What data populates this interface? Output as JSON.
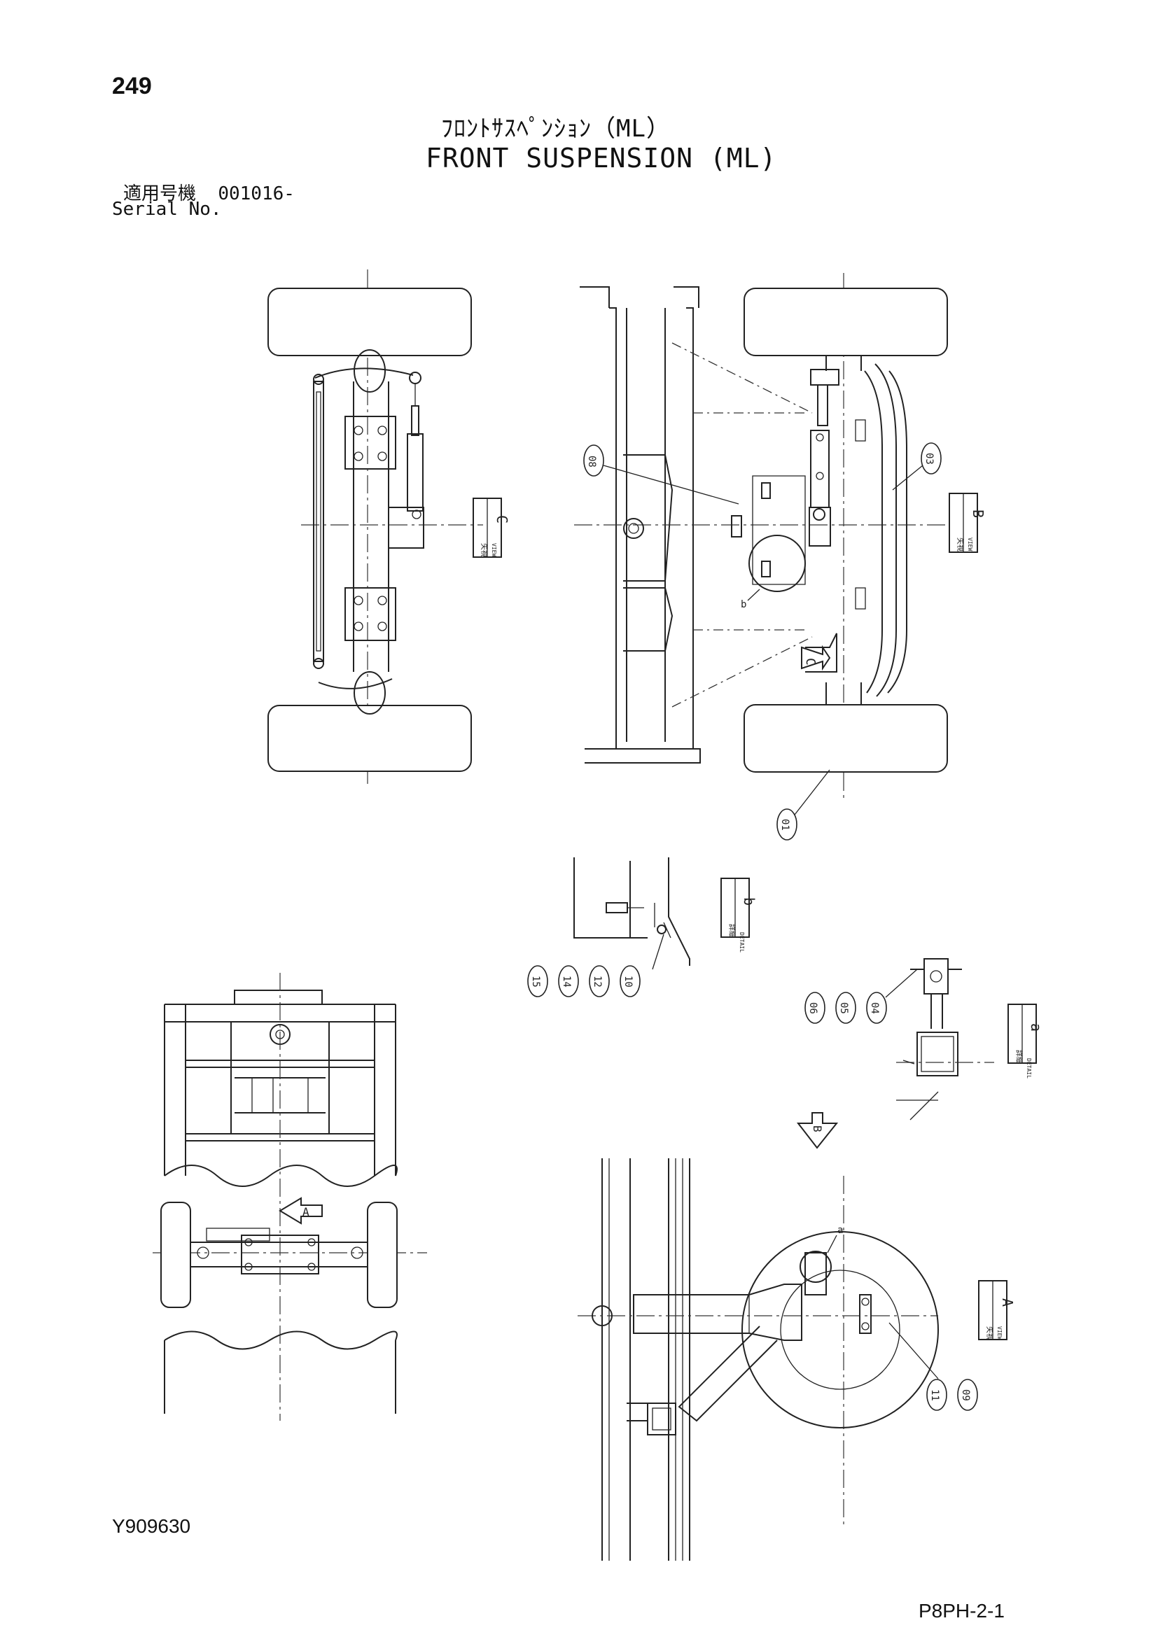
{
  "header": {
    "page_number": "249",
    "title_jp": "ﾌﾛﾝﾄｻｽﾍﾟﾝｼｮﾝ（ML）",
    "title_en": "FRONT SUSPENSION (ML)",
    "serial_label_jp": "適用号機",
    "serial_value": "001016-",
    "serial_label_en": "Serial No."
  },
  "callouts": [
    "01",
    "03",
    "04",
    "05",
    "06",
    "08",
    "09",
    "10",
    "11",
    "12",
    "14",
    "15"
  ],
  "view_labels": {
    "view_c": {
      "jp": "矢視",
      "en": "VIEW",
      "letter": "C"
    },
    "view_b": {
      "jp": "矢視",
      "en": "VIEW",
      "letter": "B"
    },
    "view_a": {
      "jp": "矢視",
      "en": "VIEW",
      "letter": "A"
    },
    "detail_b": {
      "jp": "詳細",
      "en": "DETAIL",
      "letter": "b"
    },
    "detail_a": {
      "jp": "詳細",
      "en": "DETAIL",
      "letter": "a"
    }
  },
  "view_arrows": {
    "a": "A",
    "b": "B",
    "c": "C"
  },
  "detail_markers": {
    "a": "a",
    "b": "b"
  },
  "footer": {
    "doc_code": "Y909630",
    "page_code": "P8PH-2-1"
  }
}
